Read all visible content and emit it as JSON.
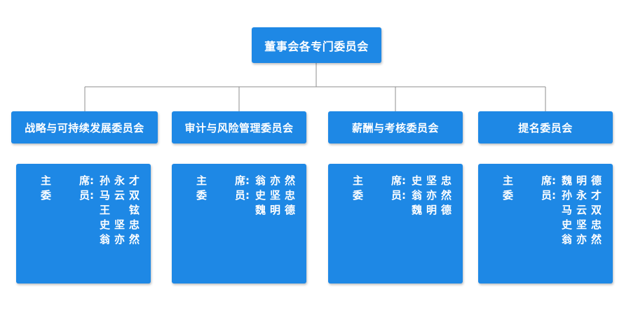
{
  "root": {
    "title": "董事会各专门委员会"
  },
  "colors": {
    "box_fill": "#1e88e5",
    "text": "#ffffff",
    "connector": "#8f8f8f"
  },
  "committees": [
    {
      "title": "战略与可持续发展委员会",
      "members": [
        {
          "role": "主席",
          "name": "孙永才"
        },
        {
          "role": "委员",
          "name": "马云双"
        },
        {
          "role": "",
          "name": "王铉"
        },
        {
          "role": "",
          "name": "史坚忠"
        },
        {
          "role": "",
          "name": "翁亦然"
        }
      ]
    },
    {
      "title": "审计与风险管理委员会",
      "members": [
        {
          "role": "主席",
          "name": "翁亦然"
        },
        {
          "role": "委员",
          "name": "史坚忠"
        },
        {
          "role": "",
          "name": "魏明德"
        }
      ]
    },
    {
      "title": "薪酬与考核委员会",
      "members": [
        {
          "role": "主席",
          "name": "史坚忠"
        },
        {
          "role": "委员",
          "name": "翁亦然"
        },
        {
          "role": "",
          "name": "魏明德"
        }
      ]
    },
    {
      "title": "提名委员会",
      "members": [
        {
          "role": "主席",
          "name": "魏明德"
        },
        {
          "role": "委员",
          "name": "孙永才"
        },
        {
          "role": "",
          "name": "马云双"
        },
        {
          "role": "",
          "name": "史坚忠"
        },
        {
          "role": "",
          "name": "翁亦然"
        }
      ]
    }
  ]
}
